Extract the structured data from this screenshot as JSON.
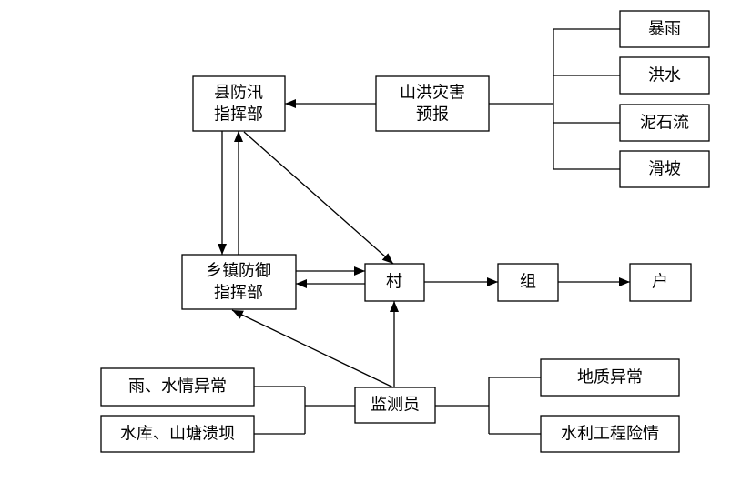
{
  "nodes": {
    "rainstorm": "暴雨",
    "flood": "洪水",
    "debris_flow": "泥石流",
    "landslide": "滑坡",
    "forecast": [
      "山洪灾害",
      "预报"
    ],
    "county_hq": [
      "县防汛",
      "指挥部"
    ],
    "township_hq": [
      "乡镇防御",
      "指挥部"
    ],
    "village": "村",
    "group": "组",
    "household": "户",
    "rain_water_anomaly": "雨、水情异常",
    "reservoir_dam_break": "水库、山塘溃坝",
    "monitor": "监测员",
    "geology_anomaly": "地质异常",
    "water_project_danger": "水利工程险情"
  },
  "colors": {
    "stroke": "#000000",
    "background": "#ffffff"
  }
}
